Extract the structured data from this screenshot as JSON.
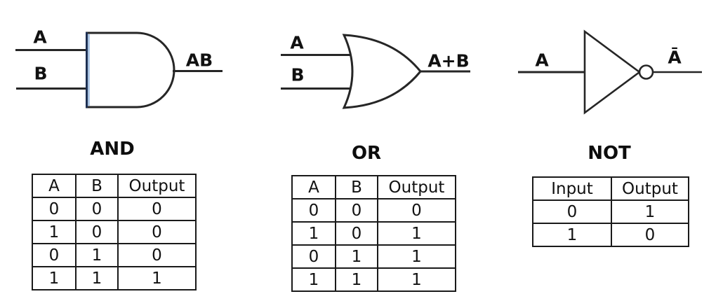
{
  "figure": {
    "gates": [
      {
        "id": "and",
        "title": "AND",
        "input_labels": [
          "A",
          "B"
        ],
        "output_label": "AB",
        "symbol_icon": "and-gate-icon",
        "truth_table": {
          "headers": [
            "A",
            "B",
            "Output"
          ],
          "rows": [
            [
              "0",
              "0",
              "0"
            ],
            [
              "1",
              "0",
              "0"
            ],
            [
              "0",
              "1",
              "0"
            ],
            [
              "1",
              "1",
              "1"
            ]
          ]
        }
      },
      {
        "id": "or",
        "title": "OR",
        "input_labels": [
          "A",
          "B"
        ],
        "output_label": "A+B",
        "symbol_icon": "or-gate-icon",
        "truth_table": {
          "headers": [
            "A",
            "B",
            "Output"
          ],
          "rows": [
            [
              "0",
              "0",
              "0"
            ],
            [
              "1",
              "0",
              "1"
            ],
            [
              "0",
              "1",
              "1"
            ],
            [
              "1",
              "1",
              "1"
            ]
          ]
        }
      },
      {
        "id": "not",
        "title": "NOT",
        "input_labels": [
          "A"
        ],
        "output_label": "Ā",
        "symbol_icon": "not-gate-icon",
        "truth_table": {
          "headers": [
            "Input",
            "Output"
          ],
          "rows": [
            [
              "0",
              "1"
            ],
            [
              "1",
              "0"
            ]
          ]
        }
      }
    ],
    "colors": {
      "wire": "#262626",
      "table_border": "#1a1a1a",
      "text": "#111111",
      "and_left_edge": "#1c2f52",
      "and_left_edge_highlight": "#8aaed8",
      "background": "#ffffff"
    }
  }
}
